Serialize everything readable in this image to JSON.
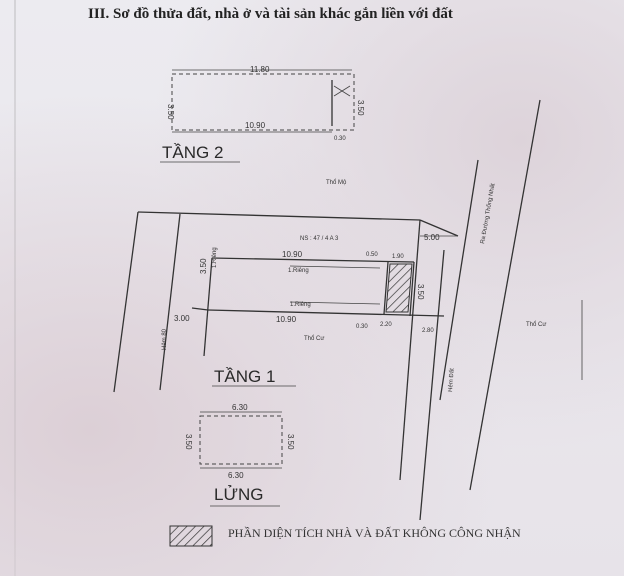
{
  "heading": "III. Sơ đồ thửa đất, nhà ở và tài sản khác gắn liền với đất",
  "floor2": {
    "label": "TẦNG 2",
    "top_length": "11.80",
    "bottom_length": "10.90",
    "left_width": "3.50",
    "right_width": "3.50",
    "corner_dim": "0.30"
  },
  "floor1": {
    "label": "TẦNG 1",
    "neighbor_top": "Thổ Mộ",
    "neighbor_bottom": "Thổ Cư",
    "neighbor_right": "Thổ Cư",
    "parcel_code": "NS : 47 / 4 A 3",
    "dim_top_length": "10.90",
    "dim_bottom_length": "10.90",
    "dim_050": "0.50",
    "dim_190": "1.90",
    "dim_500": "5.00",
    "dim_350_left": "3.50",
    "dim_350_right": "3.50",
    "dim_300": "3.00",
    "dim_030": "0.30",
    "dim_220": "2.20",
    "dim_280": "2.80",
    "wall_top": "1.Riêng",
    "wall_bottom": "1.Riêng",
    "wall_side": "1.Riêng",
    "road_left": "Hẻm 80",
    "road_right": "Hẻm Đất",
    "road_main": "Ra Đường Thống Nhất"
  },
  "mezzanine": {
    "label": "LỬNG",
    "top_length": "6.30",
    "bottom_length": "6.30",
    "left_width": "3.50",
    "right_width": "3.50"
  },
  "legend": {
    "text": "PHẦN DIỆN TÍCH NHÀ VÀ ĐẤT KHÔNG CÔNG NHẬN"
  }
}
